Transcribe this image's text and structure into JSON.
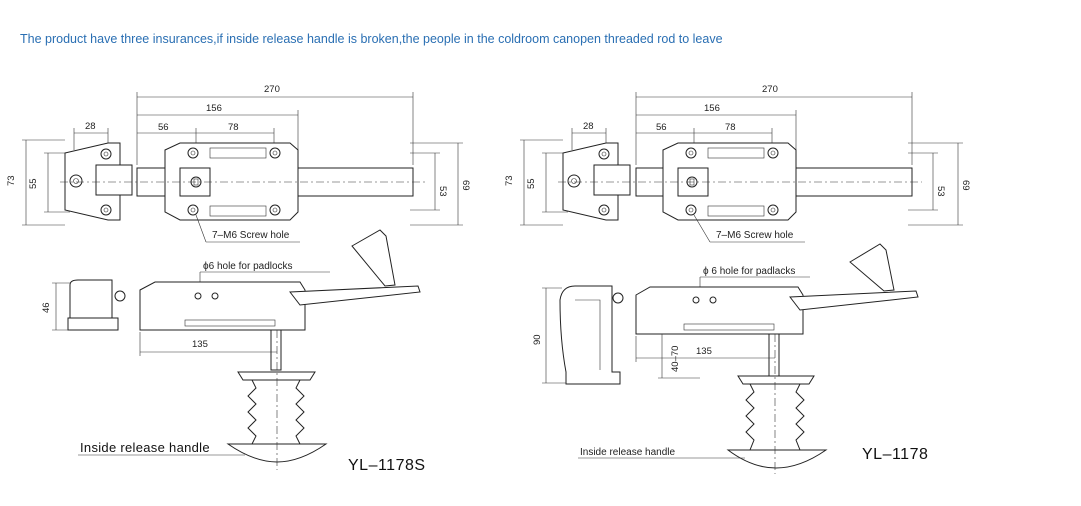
{
  "header": {
    "caption": "The product have three insurances,if inside release handle is broken,the people in the coldroom canopen threaded rod to leave"
  },
  "colors": {
    "caption": "#2a6fb3",
    "line": "#222222"
  },
  "left_model": {
    "model": "YL–1178S",
    "d270": "270",
    "d156": "156",
    "d56": "56",
    "d78": "78",
    "d28": "28",
    "d73": "73",
    "d55": "55",
    "d53": "53",
    "d69": "69",
    "d46": "46",
    "d135": "135",
    "screw_hole": "7–M6 Screw hole",
    "padlock_hole": "ϕ6 hole for padlocks",
    "release_handle": "Inside release handle"
  },
  "right_model": {
    "model": "YL–1178",
    "d270": "270",
    "d156": "156",
    "d56": "56",
    "d78": "78",
    "d28": "28",
    "d73": "73",
    "d55": "55",
    "d53": "53",
    "d69": "69",
    "d90": "90",
    "d40_70": "40–70",
    "d135": "135",
    "screw_hole": "7–M6 Screw hole",
    "padlock_hole": "ϕ 6  hole for padlacks",
    "release_handle": "Inside release handle"
  }
}
